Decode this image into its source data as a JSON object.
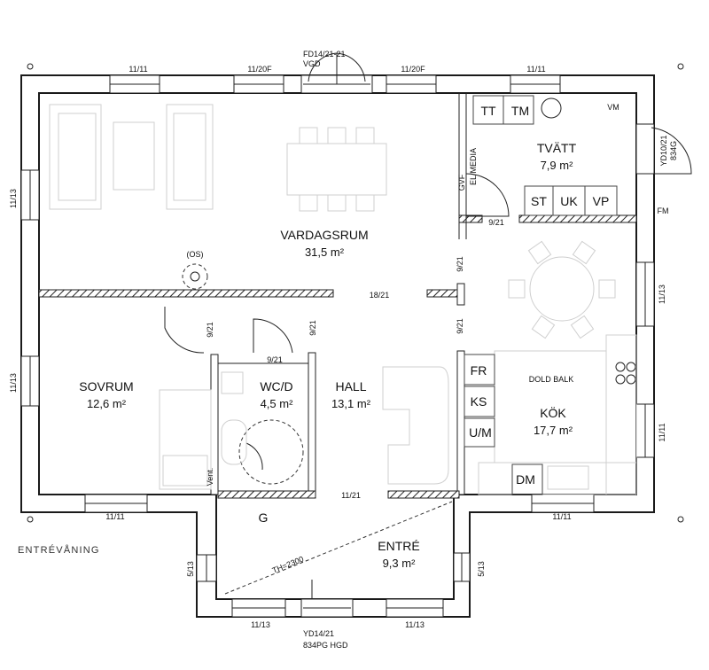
{
  "floor_label": "ENTRÉVÅNING",
  "rooms": {
    "vardagsrum": {
      "name": "VARDAGSRUM",
      "area": "31,5 m²"
    },
    "tvatt": {
      "name": "TVÄTT",
      "area": "7,9 m²"
    },
    "sovrum": {
      "name": "SOVRUM",
      "area": "12,6 m²"
    },
    "wcd": {
      "name": "WC/D",
      "area": "4,5 m²"
    },
    "hall": {
      "name": "HALL",
      "area": "13,1 m²"
    },
    "kok": {
      "name": "KÖK",
      "area": "17,7 m²"
    },
    "entre": {
      "name": "ENTRÉ",
      "area": "9,3 m²"
    }
  },
  "appliances": {
    "tt": "TT",
    "tm": "TM",
    "vm": "VM",
    "st": "ST",
    "uk": "UK",
    "vp": "VP",
    "fm": "FM",
    "fr": "FR",
    "ks": "KS",
    "um": "U/M",
    "dm": "DM",
    "g": "G",
    "gvf": "GVF",
    "elmedia": "EL/MEDIA",
    "os": "(OS)",
    "vent": "Vent.",
    "dold_balk": "DOLD BALK",
    "th": "TH=2300"
  },
  "windows": {
    "w_top_1": "11/11",
    "w_top_2": "11/20F",
    "w_top_3": "11/20F",
    "w_top_4": "11/11",
    "w_left_1": "11/13",
    "w_left_2": "11/13",
    "w_right_1": "11/13",
    "w_right_2": "11/11",
    "w_bot_1": "11/11",
    "w_bot_2": "11/11",
    "w_entre_l": "5/13",
    "w_entre_r": "5/13",
    "w_entre_b1": "11/13",
    "w_entre_b2": "11/13"
  },
  "doors": {
    "front_top_1": "FD14/21-21",
    "front_top_2": "VGD",
    "side_1": "YD10/21",
    "side_2": "834G",
    "entry_1": "YD14/21",
    "entry_2": "834PG HGD",
    "d_tvatt": "9/21",
    "d_hall_a": "9/21",
    "d_hall_b": "9/21",
    "d_sov": "9/21",
    "d_wc_wall": "9/21",
    "d_wc": "9/21",
    "d_mid": "18/21",
    "d_entre": "11/21"
  }
}
